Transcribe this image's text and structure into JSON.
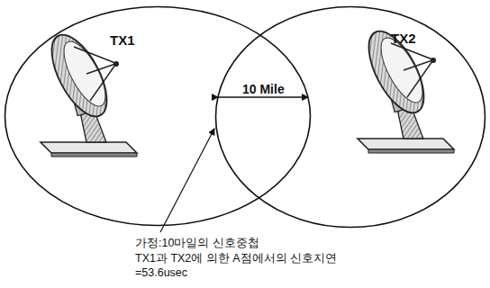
{
  "diagram": {
    "nodes": [
      {
        "text": [
          "TX1"
        ]
      },
      {
        "text": [
          "TX2"
        ]
      }
    ],
    "labels": [
      "10 Mile",
      "가정:10마일의 신호중첩",
      "TX1과 TX2에 의한 A점에서의 신호지연 =53.6usec"
    ]
  }
}
